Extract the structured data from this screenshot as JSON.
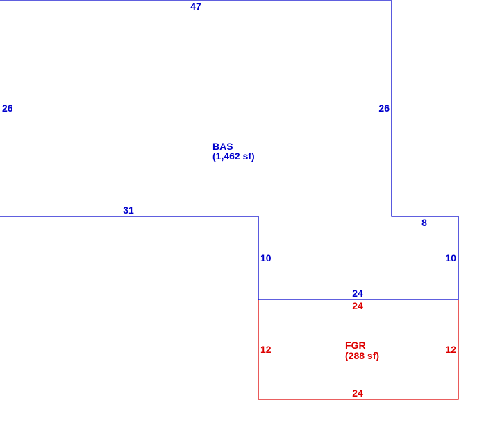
{
  "colors": {
    "bas": "#0000cc",
    "fgr": "#dd0000"
  },
  "bas": {
    "code": "BAS",
    "area": "(1,462 sf)",
    "dims": {
      "top": "47",
      "left": "26",
      "right": "26",
      "bottom_left": "31",
      "step_right": "8",
      "inner_left": "10",
      "inner_right": "10",
      "bottom": "24"
    }
  },
  "fgr": {
    "code": "FGR",
    "area": "(288 sf)",
    "dims": {
      "top": "24",
      "left": "12",
      "right": "12",
      "bottom": "24"
    }
  }
}
